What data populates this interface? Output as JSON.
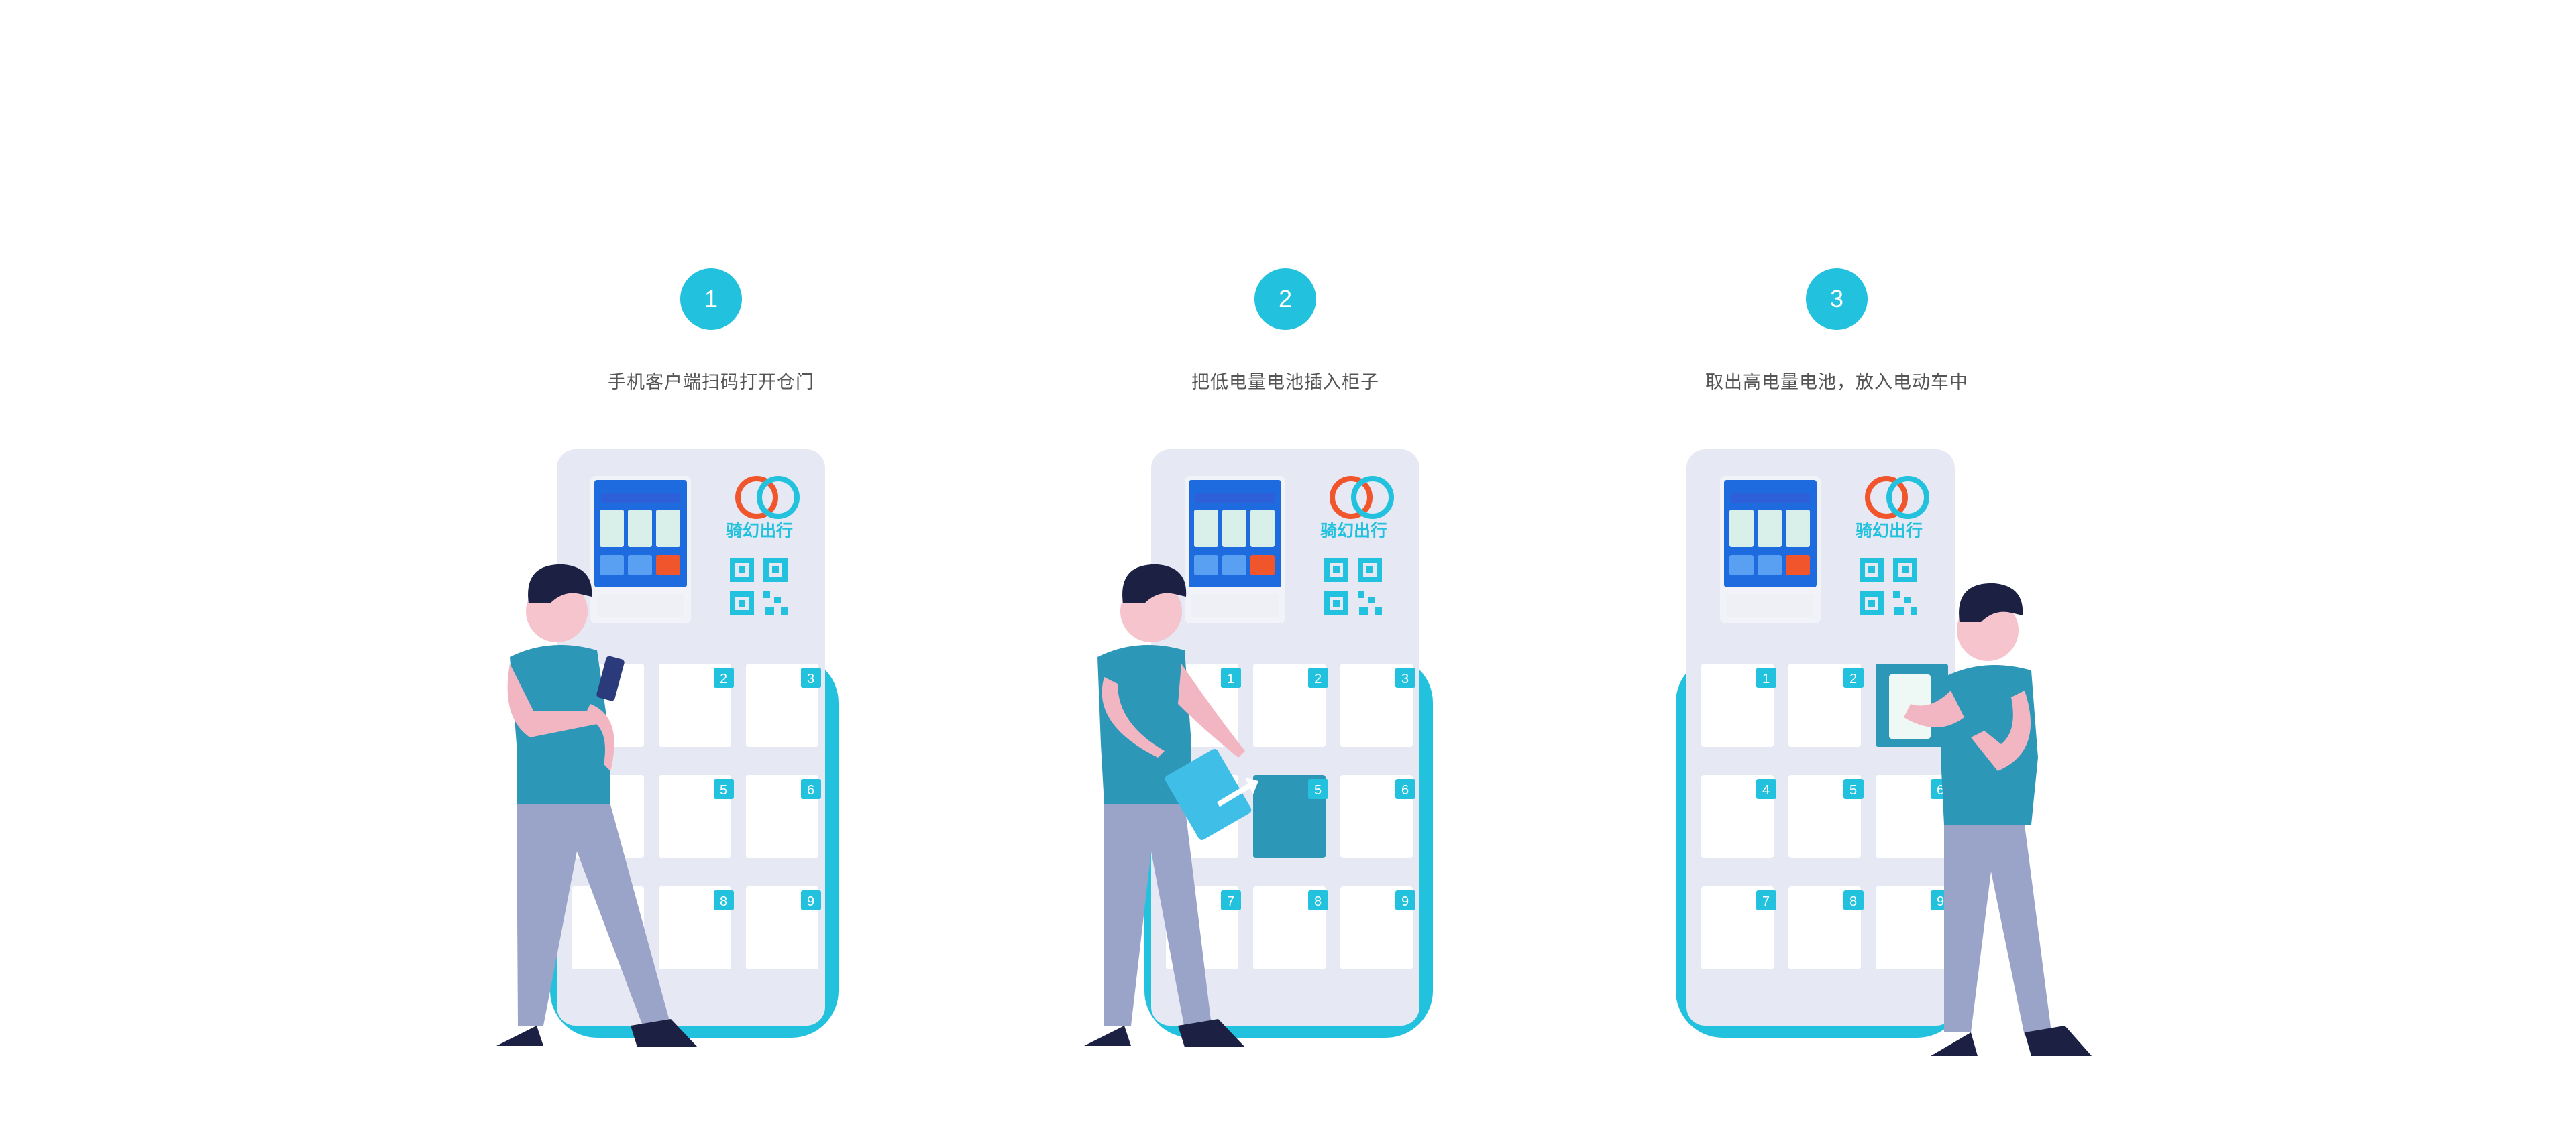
{
  "steps": [
    {
      "number": "1",
      "caption": "手机客户端扫码打开仓门"
    },
    {
      "number": "2",
      "caption": "把低电量电池插入柜子"
    },
    {
      "number": "3",
      "caption": "取出高电量电池，放入电动车中"
    }
  ],
  "cabinet": {
    "brand_name": "骑幻出行",
    "cell_numbers": [
      "1",
      "2",
      "3",
      "4",
      "5",
      "6",
      "7",
      "8",
      "9"
    ]
  },
  "colors": {
    "accent": "#22c1dd",
    "brand_orange": "#f0552b",
    "cabinet_panel": "#e6e8f4",
    "shirt": "#2d97b8",
    "pants": "#9aa3c8",
    "hair": "#1c2144"
  },
  "icons": [
    "qr-code-icon",
    "brand-logo-icon",
    "battery-icon",
    "phone-icon"
  ]
}
